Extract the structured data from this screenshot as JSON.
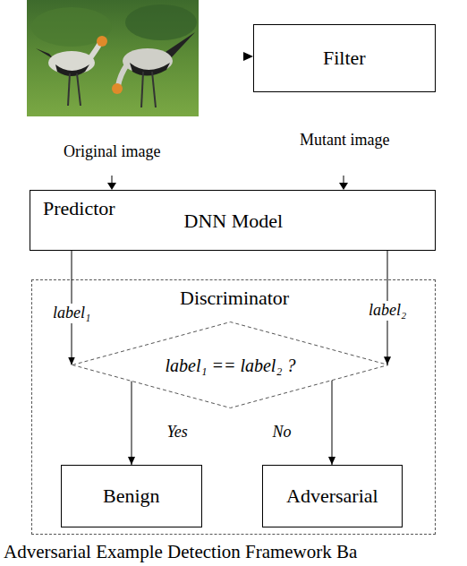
{
  "diagram": {
    "caption": "Adversarial Example Detection Framework Ba",
    "nodes": [
      {
        "text": [
          "Filter"
        ]
      },
      {
        "text": [
          "Predictor",
          "DNN Model"
        ]
      },
      {
        "text": [
          "Discriminator"
        ]
      },
      {
        "text": [
          "label₁ == label₂ ?"
        ],
        "in": 2
      },
      {
        "text": [
          "Benign"
        ],
        "in": 2
      },
      {
        "text": [
          "Adversarial"
        ],
        "in": 2
      }
    ],
    "edges": [
      {
        "from": 1,
        "to": 3,
        "label": "label₁",
        "arrow": "to"
      },
      {
        "from": 1,
        "to": 3,
        "label": "label₂",
        "arrow": "to"
      },
      {
        "from": 3,
        "to": 4,
        "label": "Yes",
        "arrow": "to"
      },
      {
        "from": 3,
        "to": 5,
        "label": "No",
        "arrow": "to"
      }
    ],
    "labels": [
      "Original image",
      "Mutant image"
    ]
  }
}
